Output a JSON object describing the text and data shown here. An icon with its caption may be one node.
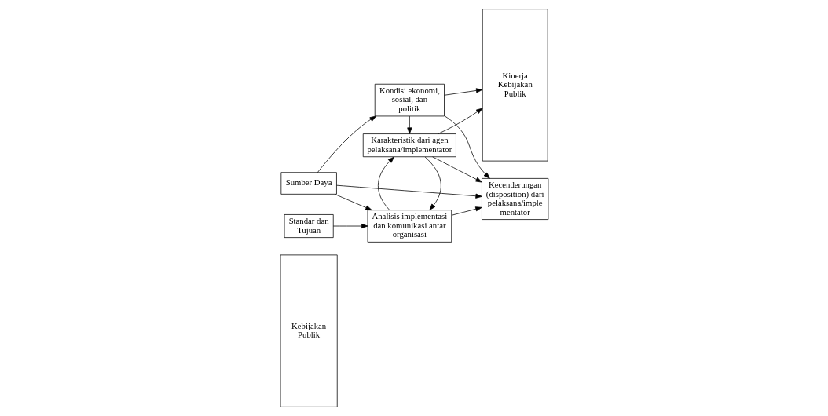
{
  "diagram": {
    "nodes": [
      {
        "text": [
          "Kebijakan Publik"
        ]
      },
      {
        "text": [
          "Standar dan Tujuan"
        ]
      },
      {
        "text": [
          "Analisis implementasi dan komunikasi antar organisasi"
        ]
      },
      {
        "text": [
          "Karakteristik dari agen pelaksana/implementator"
        ]
      },
      {
        "text": [
          "Kecenderungan (disposition) dari pelaksana/imple mentator"
        ]
      },
      {
        "text": [
          "Sumber Daya"
        ]
      },
      {
        "text": [
          "Kondisi ekonomi, sosial, dan politik"
        ]
      },
      {
        "text": [
          "Kinerja Kebijakan Publik"
        ]
      }
    ],
    "edges": [
      {
        "from": 1,
        "to": 2,
        "arrow": "to"
      },
      {
        "from": 3,
        "to": 2,
        "arrow": "to"
      },
      {
        "from": 2,
        "to": 3,
        "arrow": "to"
      },
      {
        "from": 3,
        "to": 7,
        "arrow": "to"
      },
      {
        "from": 2,
        "to": 4,
        "arrow": "to"
      },
      {
        "from": 3,
        "to": 4,
        "arrow": "to"
      },
      {
        "from": 5,
        "to": 2,
        "arrow": "to"
      },
      {
        "from": 5,
        "to": 4,
        "arrow": "to"
      },
      {
        "from": 6,
        "to": 3,
        "arrow": "to"
      },
      {
        "from": 5,
        "to": 6,
        "arrow": "to"
      },
      {
        "from": 6,
        "to": 4,
        "arrow": "to"
      },
      {
        "from": 6,
        "to": 7,
        "arrow": "to"
      }
    ]
  }
}
